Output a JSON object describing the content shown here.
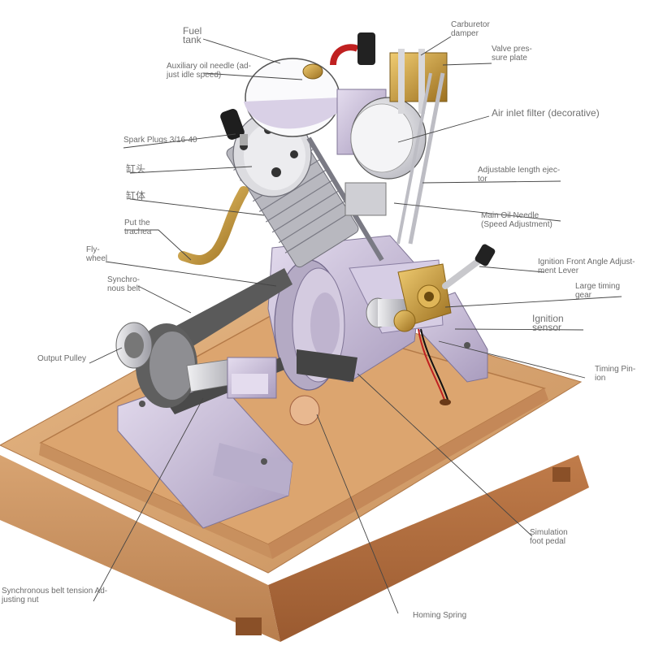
{
  "labels": {
    "fuel_tank": [
      "Fuel",
      "tank"
    ],
    "carburetor_damper": [
      "Carburetor",
      "damper"
    ],
    "aux_oil_needle": [
      "Auxiliary oil needle (ad-",
      "just idle speed)"
    ],
    "valve_pressure_plate": [
      "Valve pres-",
      "sure plate"
    ],
    "air_inlet_filter": "Air inlet filter (decorative)",
    "spark_plugs": "Spark Plugs 3/16-40",
    "cylinder_head": "缸头",
    "adjustable_ejector": [
      "Adjustable length ejec-",
      "tor"
    ],
    "cylinder_body": "缸体",
    "main_oil_needle": [
      "Main Oil Needle",
      "(Speed Adjustment)"
    ],
    "trachea": [
      "Put the",
      "trachea"
    ],
    "flywheel": [
      "Fly-",
      "wheel"
    ],
    "ignition_lever": [
      "Ignition Front Angle Adjust-",
      "ment Lever"
    ],
    "sync_belt": [
      "Synchro-",
      "nous belt"
    ],
    "timing_gear": [
      "Large timing",
      "gear"
    ],
    "ignition_sensor": [
      "Ignition",
      "sensor"
    ],
    "output_pulley": "Output Pulley",
    "timing_pin": [
      "Timing Pin-",
      "ion"
    ],
    "foot_pedal": [
      "Simulation",
      "foot pedal"
    ],
    "belt_tension_nut": [
      "Synchronous belt tension Ad-",
      "justing nut"
    ],
    "homing_spring": "Homing Spring"
  },
  "colors": {
    "wood_light": "#d9a874",
    "wood_dark": "#a9653a",
    "metal_lilac": "#cfc4dc",
    "metal_lilac_dark": "#8f84a4",
    "fin_grey": "#c8c8cc",
    "brass": "#c89a3a",
    "belt": "#5a5a5a",
    "red_wire": "#c02020",
    "leader": "#444444"
  }
}
